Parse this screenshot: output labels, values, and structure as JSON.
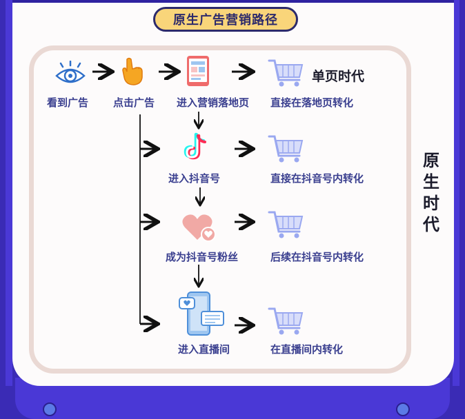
{
  "title": "原生广告营销路径",
  "era_single_page": "单页时代",
  "era_native": "原生时代",
  "top_row": {
    "step1": "看到广告",
    "step2": "点击广告",
    "step3": "进入营销落地页",
    "convert": "直接在落地页转化"
  },
  "branches": [
    {
      "step": "进入抖音号",
      "convert": "直接在抖音号内转化"
    },
    {
      "step": "成为抖音号粉丝",
      "convert": "后续在抖音号内转化"
    },
    {
      "step": "进入直播间",
      "convert": "在直播间内转化"
    }
  ],
  "icons": [
    "eye-icon",
    "pointing-hand-icon",
    "tablet-page-icon",
    "shopping-cart-icon",
    "douyin-logo-icon",
    "heart-icon",
    "phone-chat-icon"
  ],
  "colors": {
    "background": "#3a2bb5",
    "title_pill": "#f9d57a",
    "label_text": "#3a3f8f",
    "inner_border": "#ead9d4"
  }
}
